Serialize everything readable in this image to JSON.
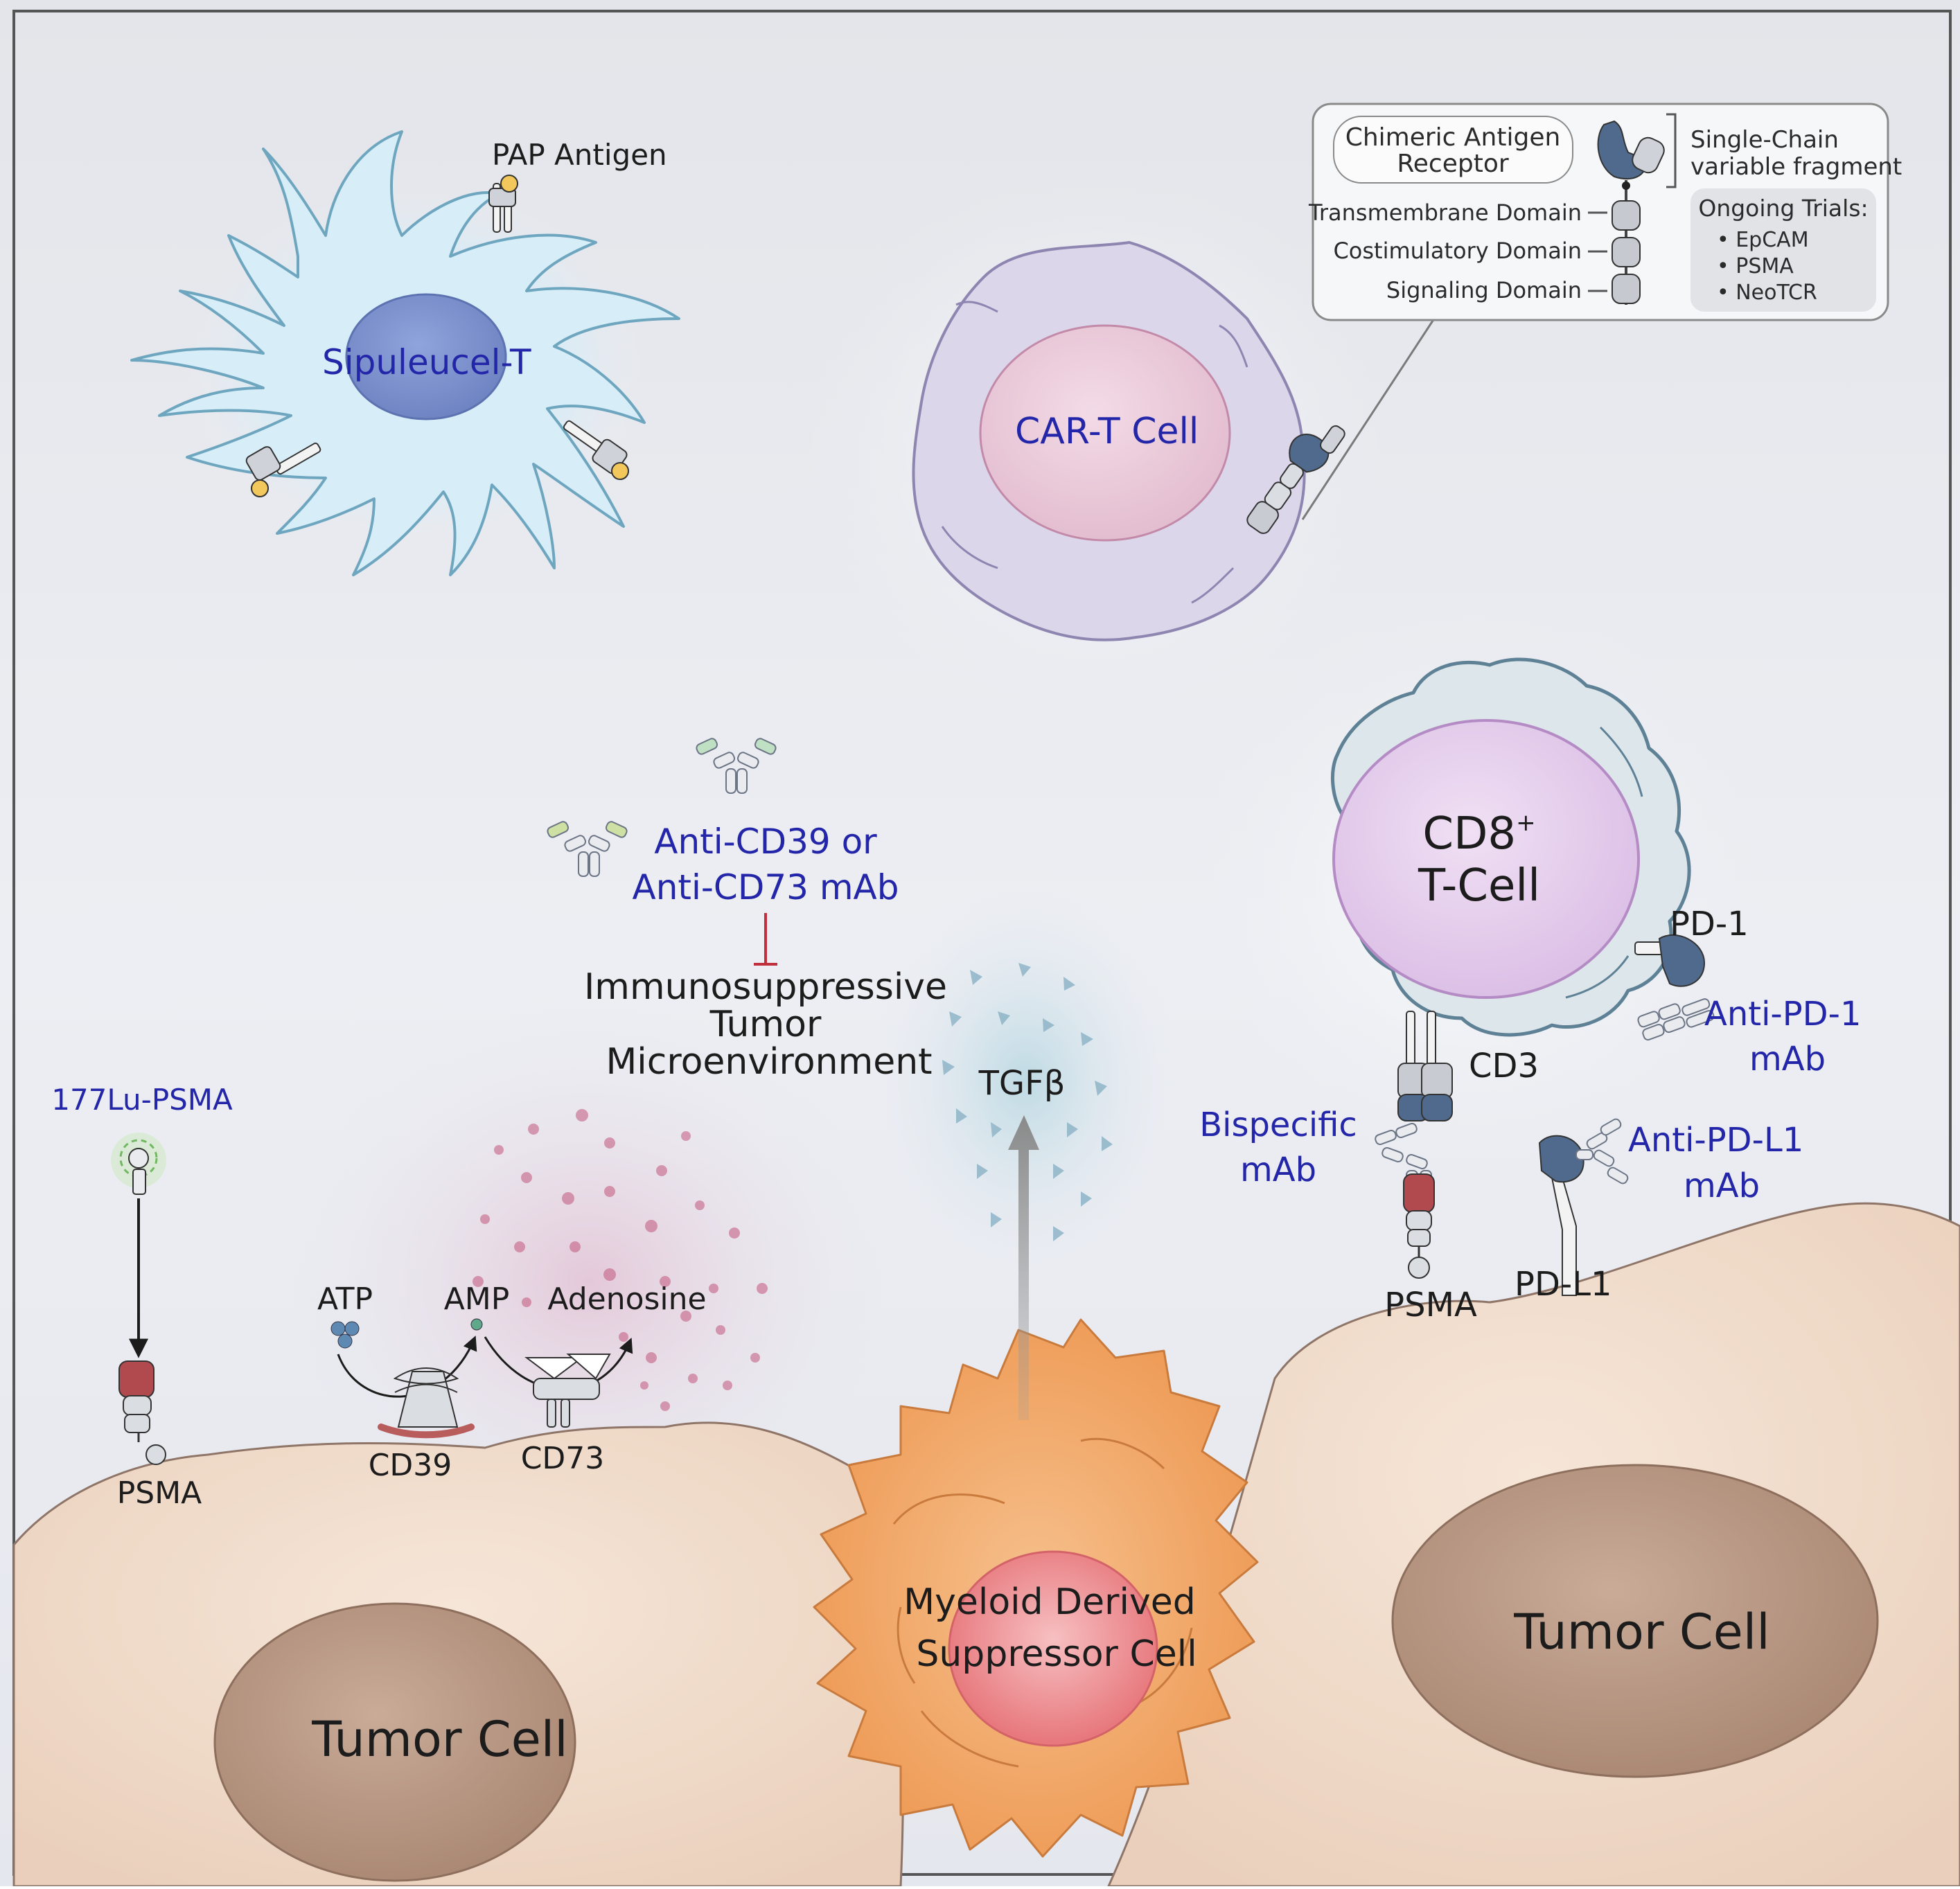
{
  "labels": {
    "pap_antigen": "PAP Antigen",
    "sipuleucel": "Sipuleucel-T",
    "car_t_cell": "CAR-T Cell",
    "car_box": {
      "title_line1": "Chimeric Antigen",
      "title_line2": "Receptor",
      "transmembrane": "Transmembrane Domain",
      "costimulatory": "Costimulatory Domain",
      "signaling": "Signaling Domain",
      "scfv_line1": "Single-Chain",
      "scfv_line2": "variable fragment",
      "trials_title": "Ongoing Trials:",
      "trials": [
        "• EpCAM",
        "• PSMA",
        "• NeoTCR"
      ]
    },
    "cd8_line1": "CD8",
    "cd8_sup": "+",
    "cd8_line2": "T-Cell",
    "pd1": "PD-1",
    "anti_pd1_line1": "Anti-PD-1",
    "anti_pd1_line2": "mAb",
    "cd3": "CD3",
    "bispecific_line1": "Bispecific",
    "bispecific_line2": "mAb",
    "anti_pdl1_line1": "Anti-PD-L1",
    "anti_pdl1_line2": "mAb",
    "pdl1": "PD-L1",
    "psma_right": "PSMA",
    "anti_cd39_line1": "Anti-CD39 or",
    "anti_cd39_line2": "Anti-CD73 mAb",
    "itm_line1": "Immunosuppressive",
    "itm_line2": "Tumor",
    "itm_line3": "Microenvironment",
    "tgfb": "TGFβ",
    "lu_psma": "177Lu-PSMA",
    "psma_left": "PSMA",
    "atp": "ATP",
    "amp": "AMP",
    "adenosine": "Adenosine",
    "cd39": "CD39",
    "cd73": "CD73",
    "mdsc_line1": "Myeloid Derived",
    "mdsc_line2": "Suppressor Cell",
    "tumor_left": "Tumor Cell",
    "tumor_right": "Tumor Cell"
  },
  "colors": {
    "background": "#eceef3",
    "tumor_cell": "#f1dccb",
    "tumor_nucleus": "#ba9b87",
    "mdsc": "#f1a766",
    "mdsc_nucleus": "#ea7d80",
    "car_t": "#dcd5ea",
    "cd8": "#dfe6ea",
    "label_blue": "#2326a8",
    "receptor_red": "#b04a4f",
    "receptor_slate": "#4f6a8c"
  }
}
